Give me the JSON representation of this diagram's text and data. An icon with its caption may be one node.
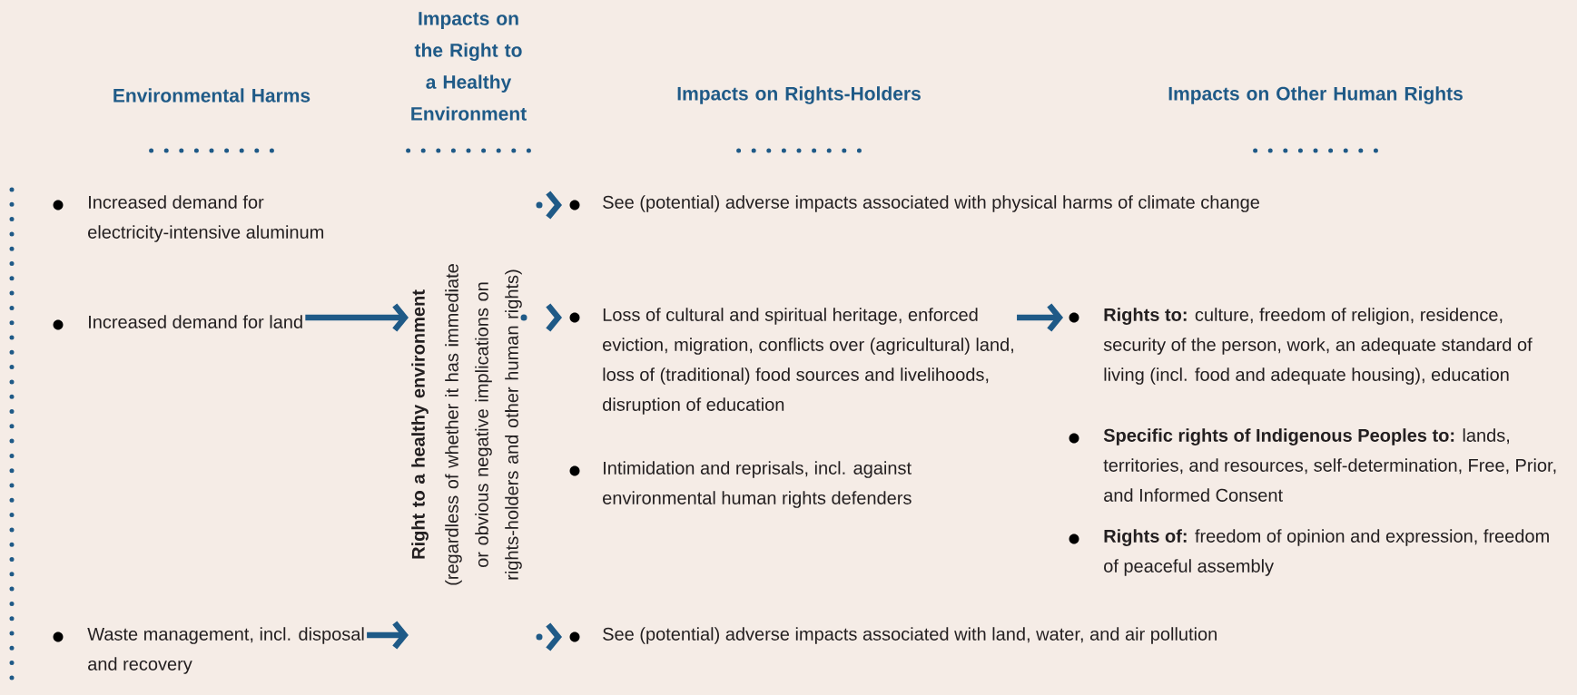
{
  "diagram": {
    "nodes": [
      {
        "text": [
          "Increased demand for electricity-intensive aluminum"
        ]
      },
      {
        "text": [
          "Increased demand for land"
        ]
      },
      {
        "text": [
          "Waste management, incl. disposal and recovery"
        ]
      },
      {
        "text": [
          "Right to a healthy environment",
          "(regardless of whether it has immediate or obvious negative implications on rights-holders and other human rights)"
        ]
      },
      {
        "text": [
          "See (potential) adverse impacts associated with physical harms of climate change"
        ]
      },
      {
        "text": [
          "Loss of cultural and spiritual heritage, enforced eviction, migration, conflicts over (agricultural) land, loss of (traditional) food sources and livelihoods, disruption of education"
        ]
      },
      {
        "text": [
          "Intimidation and reprisals, incl. against environmental human rights defenders"
        ]
      },
      {
        "text": [
          "See (potential) adverse impacts associated with land, water, and air pollution"
        ]
      },
      {
        "text": [
          "**Rights to:** culture, freedom of religion, residence, security of the person, work, an adequate standard of living (incl. food and adequate housing), education"
        ]
      },
      {
        "text": [
          "**Specific rights of Indigenous Peoples to:** lands, territories, and resources, self-determination, Free, Prior, and Informed Consent"
        ]
      },
      {
        "text": [
          "**Rights of:** freedom of opinion and expression, freedom of peaceful assembly"
        ]
      }
    ],
    "edges": [
      {
        "from": 1,
        "to": 3,
        "arrow": "to"
      },
      {
        "from": 2,
        "to": 3,
        "arrow": "to"
      },
      {
        "from": null,
        "to": 4,
        "arrow": "to"
      },
      {
        "from": 3,
        "to": 5,
        "arrow": "to"
      },
      {
        "from": null,
        "to": 7,
        "arrow": "to"
      },
      {
        "from": 5,
        "to": 8,
        "arrow": "to"
      }
    ],
    "labels": [
      "Environmental Harms",
      "Impacts on the Right to a Healthy Environment",
      "Impacts on Rights-Holders",
      "Impacts on Other Human Rights"
    ]
  }
}
